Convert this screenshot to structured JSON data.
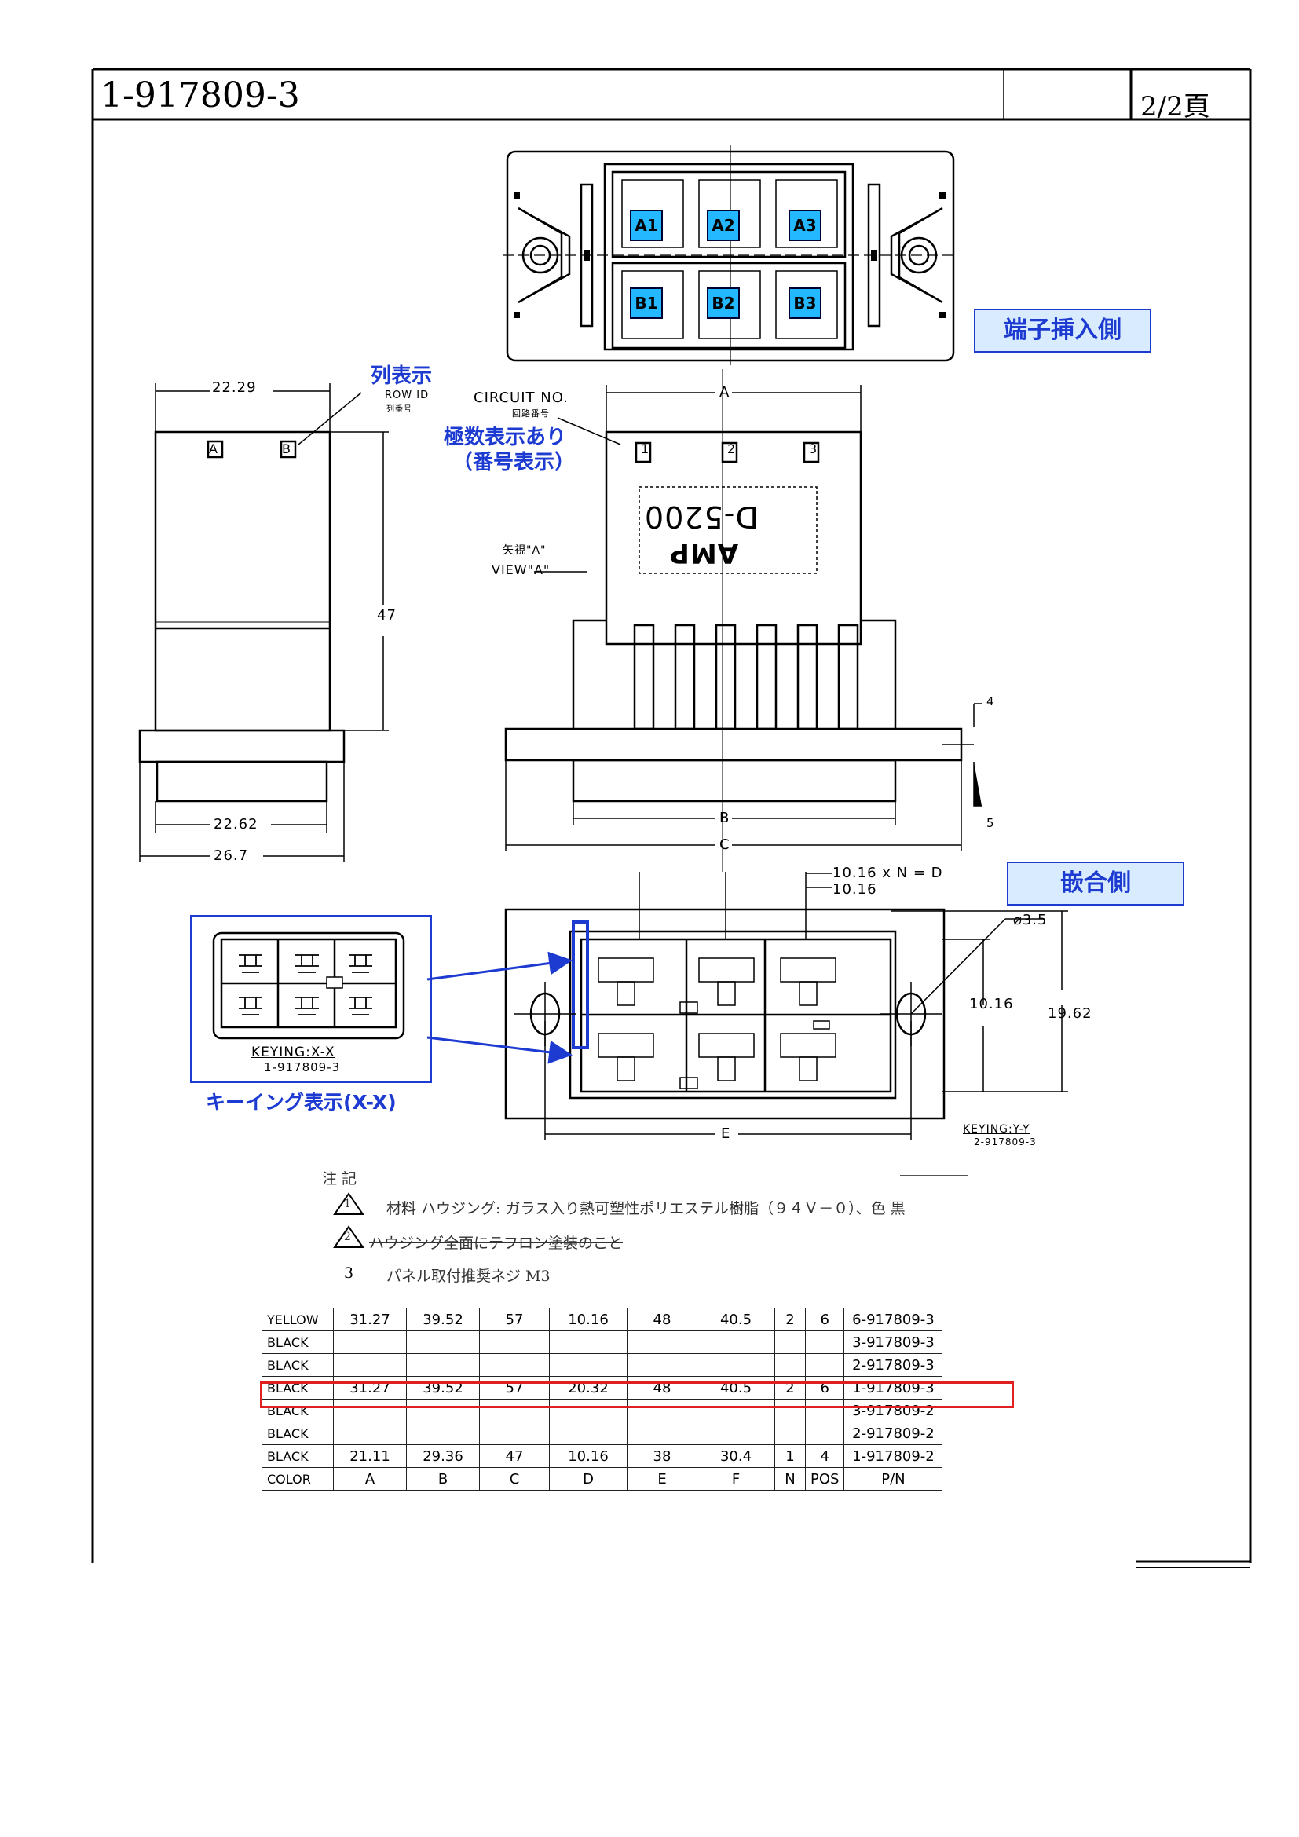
{
  "header": {
    "part_number": "1-917809-3",
    "page": "2/2頁"
  },
  "callouts": {
    "terminal_side": "端子挿入側",
    "mating_side": "嵌合側",
    "row_label": "列表示",
    "circuit_label_line1": "極数表示あり",
    "circuit_label_line2": "（番号表示）",
    "keying_label": "キーイング表示(X-X)"
  },
  "cavities": [
    "A1",
    "A2",
    "A3",
    "B1",
    "B2",
    "B3"
  ],
  "drawing": {
    "row_id": "ROW ID",
    "row_id_jp": "列番号",
    "circuit_no": "CIRCUIT NO.",
    "circuit_no_jp": "回路番号",
    "view_jp": "矢視\"A\"",
    "view": "VIEW\"A\"",
    "row_a": "A",
    "row_b": "B",
    "circ_1": "1",
    "circ_2": "2",
    "circ_3": "3",
    "logo": "AMP",
    "part_marking": "D-5200",
    "dim_2229": "22.29",
    "dim_47": "47",
    "dim_2262": "22.62",
    "dim_267": "26.7",
    "dim_A": "A",
    "dim_B": "B",
    "dim_C": "C",
    "dim_E": "E",
    "dim_4": "4",
    "dim_5": "5",
    "pitch_formula": "10.16 x N = D",
    "pitch": "10.16",
    "hole": "⌀3.5",
    "dim_1016": "10.16",
    "dim_1962": "19.62",
    "keying_xx": "KEYING:X-X",
    "keying_xx_pn": "1-917809-3",
    "keying_yy": "KEYING:Y-Y",
    "keying_yy_pn": "2-917809-3"
  },
  "notes": {
    "heading": "注 記",
    "n1_mark": "1",
    "n1": "材料 ハウジング: ガラス入り熱可塑性ポリエステル樹脂（９４Ｖ－０）、色 黒",
    "n2_mark": "2",
    "n2": "ハウジング全面にテフロン塗装のこと",
    "n3_mark": "3",
    "n3": "パネル取付推奨ネジ M3"
  },
  "table": {
    "rows": [
      [
        "YELLOW",
        "31.27",
        "39.52",
        "57",
        "10.16",
        "48",
        "40.5",
        "2",
        "6",
        "6-917809-3"
      ],
      [
        "BLACK",
        "",
        "",
        "",
        "",
        "",
        "",
        "",
        "",
        "3-917809-3"
      ],
      [
        "BLACK",
        "",
        "",
        "",
        "",
        "",
        "",
        "",
        "",
        "2-917809-3"
      ],
      [
        "BLACK",
        "31.27",
        "39.52",
        "57",
        "20.32",
        "48",
        "40.5",
        "2",
        "6",
        "1-917809-3"
      ],
      [
        "BLACK",
        "",
        "",
        "",
        "",
        "",
        "",
        "",
        "",
        "3-917809-2"
      ],
      [
        "BLACK",
        "",
        "",
        "",
        "",
        "",
        "",
        "",
        "",
        "2-917809-2"
      ],
      [
        "BLACK",
        "21.11",
        "29.36",
        "47",
        "10.16",
        "38",
        "30.4",
        "1",
        "4",
        "1-917809-2"
      ]
    ],
    "header": [
      "COLOR",
      "A",
      "B",
      "C",
      "D",
      "E",
      "F",
      "N",
      "POS",
      "P/N"
    ],
    "highlight_color": "#e02020"
  },
  "colors": {
    "accent": "#1d3bd1",
    "callout_fill": "#d9ecff",
    "cavity_fill": "#23b8ff"
  }
}
